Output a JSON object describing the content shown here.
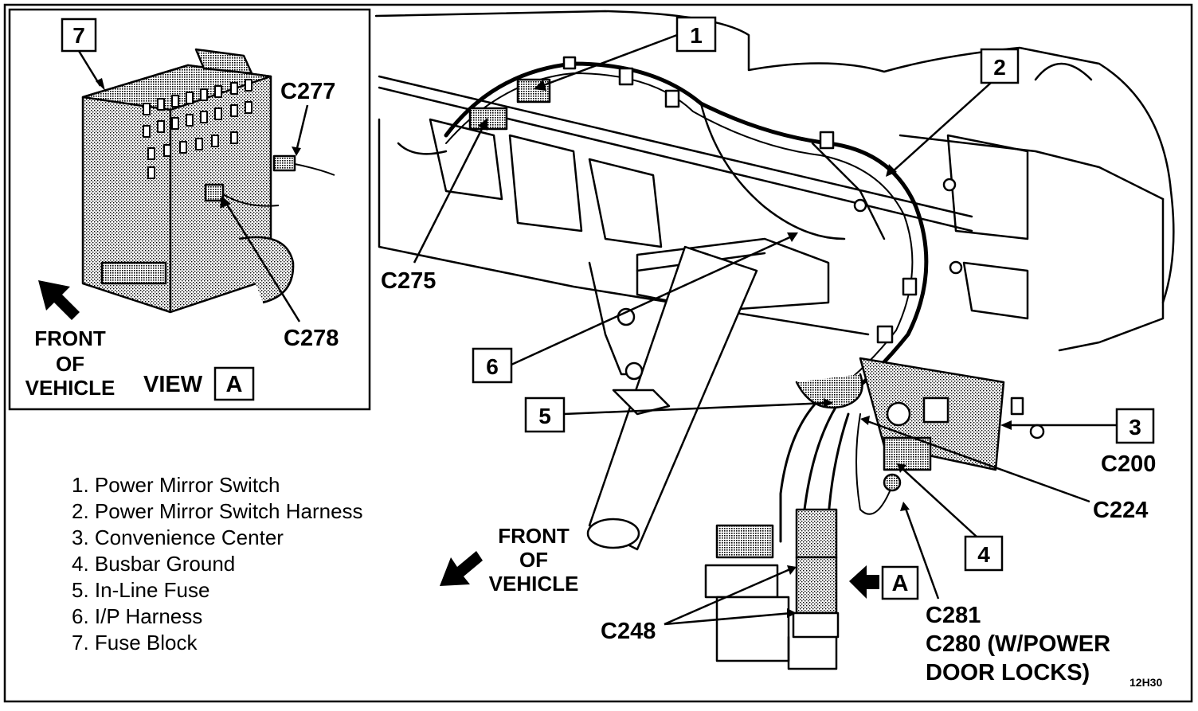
{
  "diagram": {
    "code": "12H30",
    "inset": {
      "callout_number": "7",
      "connectors": [
        "C277",
        "C278"
      ],
      "front_label": [
        "FRONT",
        "OF",
        "VEHICLE"
      ],
      "view_label": "VIEW",
      "view_letter": "A"
    },
    "main": {
      "callouts": [
        {
          "number": "1",
          "target": "Power Mirror Switch"
        },
        {
          "number": "2",
          "target": "Power Mirror Switch Harness"
        },
        {
          "number": "3",
          "target": "Convenience Center"
        },
        {
          "number": "4",
          "target": "Busbar Ground"
        },
        {
          "number": "5",
          "target": "In-Line Fuse"
        },
        {
          "number": "6",
          "target": "I/P Harness"
        }
      ],
      "connectors": {
        "c275": "C275",
        "c200": "C200",
        "c224": "C224",
        "c248": "C248",
        "c281": "C281",
        "c280_line1": "C280 (W/POWER",
        "c280_line2": "DOOR LOCKS)"
      },
      "front_label": [
        "FRONT",
        "OF",
        "VEHICLE"
      ],
      "view_ref_letter": "A"
    },
    "legend": [
      "1. Power Mirror Switch",
      "2. Power Mirror Switch Harness",
      "3. Convenience Center",
      "4. Busbar Ground",
      "5. In-Line Fuse",
      "6. I/P Harness",
      "7. Fuse Block"
    ]
  }
}
